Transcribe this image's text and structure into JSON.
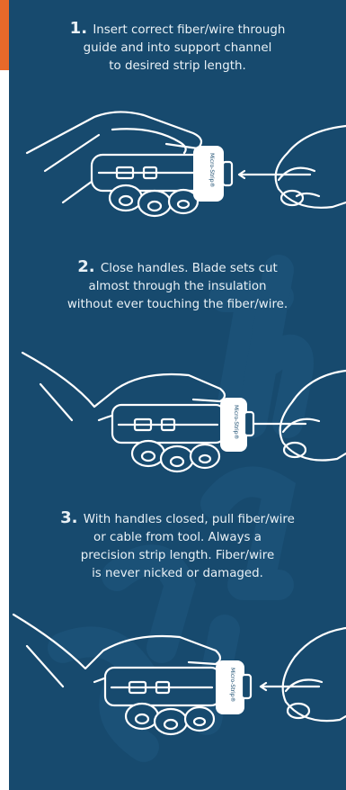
{
  "colors": {
    "panel": "#174a6e",
    "accent": "#e8692a",
    "text": "#e9f1f6",
    "watermark": "#1c5279"
  },
  "tool_brand": "Micro-Strip®",
  "steps": [
    {
      "number": "1.",
      "lines": [
        "Insert correct fiber/wire through",
        "guide and into support channel",
        "to desired strip length."
      ]
    },
    {
      "number": "2.",
      "lines": [
        "Close handles. Blade sets cut",
        "almost through the insulation",
        "without ever touching the fiber/wire."
      ]
    },
    {
      "number": "3.",
      "lines": [
        "With handles closed, pull fiber/wire",
        "or cable from tool. Always a",
        "precision strip length. Fiber/wire",
        "is never nicked or damaged."
      ]
    }
  ]
}
